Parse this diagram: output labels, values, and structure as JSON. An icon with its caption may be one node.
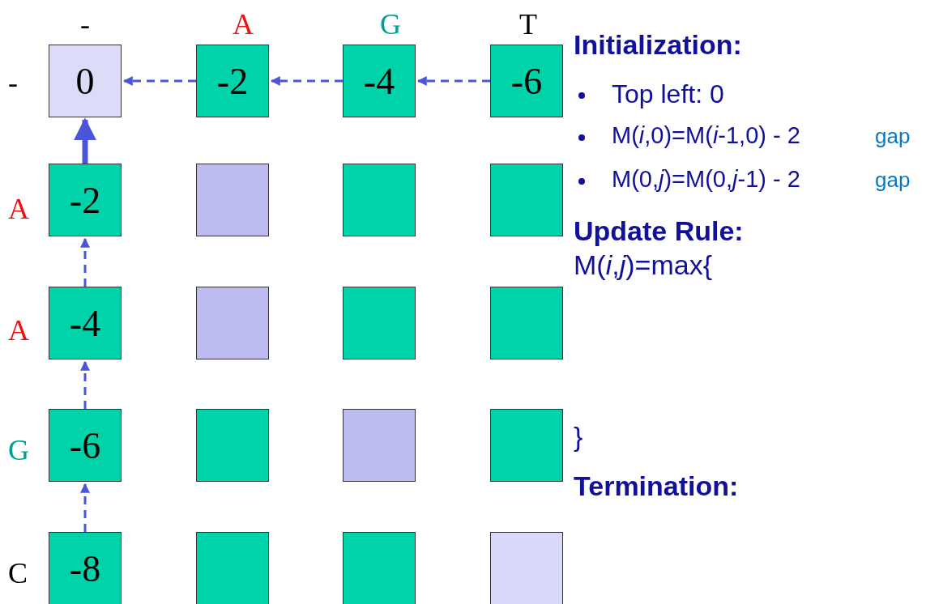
{
  "diagram": {
    "nodes": [
      {
        "text": [
          "0"
        ]
      },
      {
        "text": [
          "-2"
        ]
      },
      {
        "text": [
          "-4"
        ]
      },
      {
        "text": [
          "-6"
        ]
      },
      {
        "text": [
          "-2"
        ]
      },
      {
        "text": [],
        "shape": "box"
      },
      {
        "text": [],
        "shape": "box"
      },
      {
        "text": [],
        "shape": "box"
      },
      {
        "text": [
          "-4"
        ]
      },
      {
        "text": [],
        "shape": "box"
      },
      {
        "text": [],
        "shape": "box"
      },
      {
        "text": [],
        "shape": "box"
      },
      {
        "text": [
          "-6"
        ]
      },
      {
        "text": [],
        "shape": "box"
      },
      {
        "text": [],
        "shape": "box"
      },
      {
        "text": [],
        "shape": "box"
      },
      {
        "text": [
          "-8"
        ]
      },
      {
        "text": [],
        "shape": "box"
      },
      {
        "text": [],
        "shape": "box"
      },
      {
        "text": [],
        "shape": "box"
      }
    ],
    "edges": [
      {
        "from": 3,
        "to": 2,
        "arrow": "to",
        "style": "dashed"
      },
      {
        "from": 2,
        "to": 1,
        "arrow": "to",
        "style": "dashed"
      },
      {
        "from": 1,
        "to": 0,
        "arrow": "to",
        "style": "dashed"
      },
      {
        "from": 4,
        "to": 0,
        "arrow": "to",
        "style": "thick"
      },
      {
        "from": 8,
        "to": 4,
        "arrow": "to",
        "style": "dashed"
      },
      {
        "from": 12,
        "to": 8,
        "arrow": "to",
        "style": "dashed"
      },
      {
        "from": 16,
        "to": 12,
        "arrow": "to",
        "style": "dashed"
      }
    ],
    "labels": [
      "-",
      "A",
      "G",
      "T",
      "Initialization:",
      "-",
      "Top left: 0",
      "M(*i*,0)=M(*i*-1,0) - 2",
      "gap",
      "M(0,*j*)=M(0,*j*-1) - 2",
      "gap",
      "A",
      "Update Rule:",
      "M(*i*,*j*)=max{",
      "A",
      "G",
      "}",
      "Termination:",
      "C"
    ]
  }
}
